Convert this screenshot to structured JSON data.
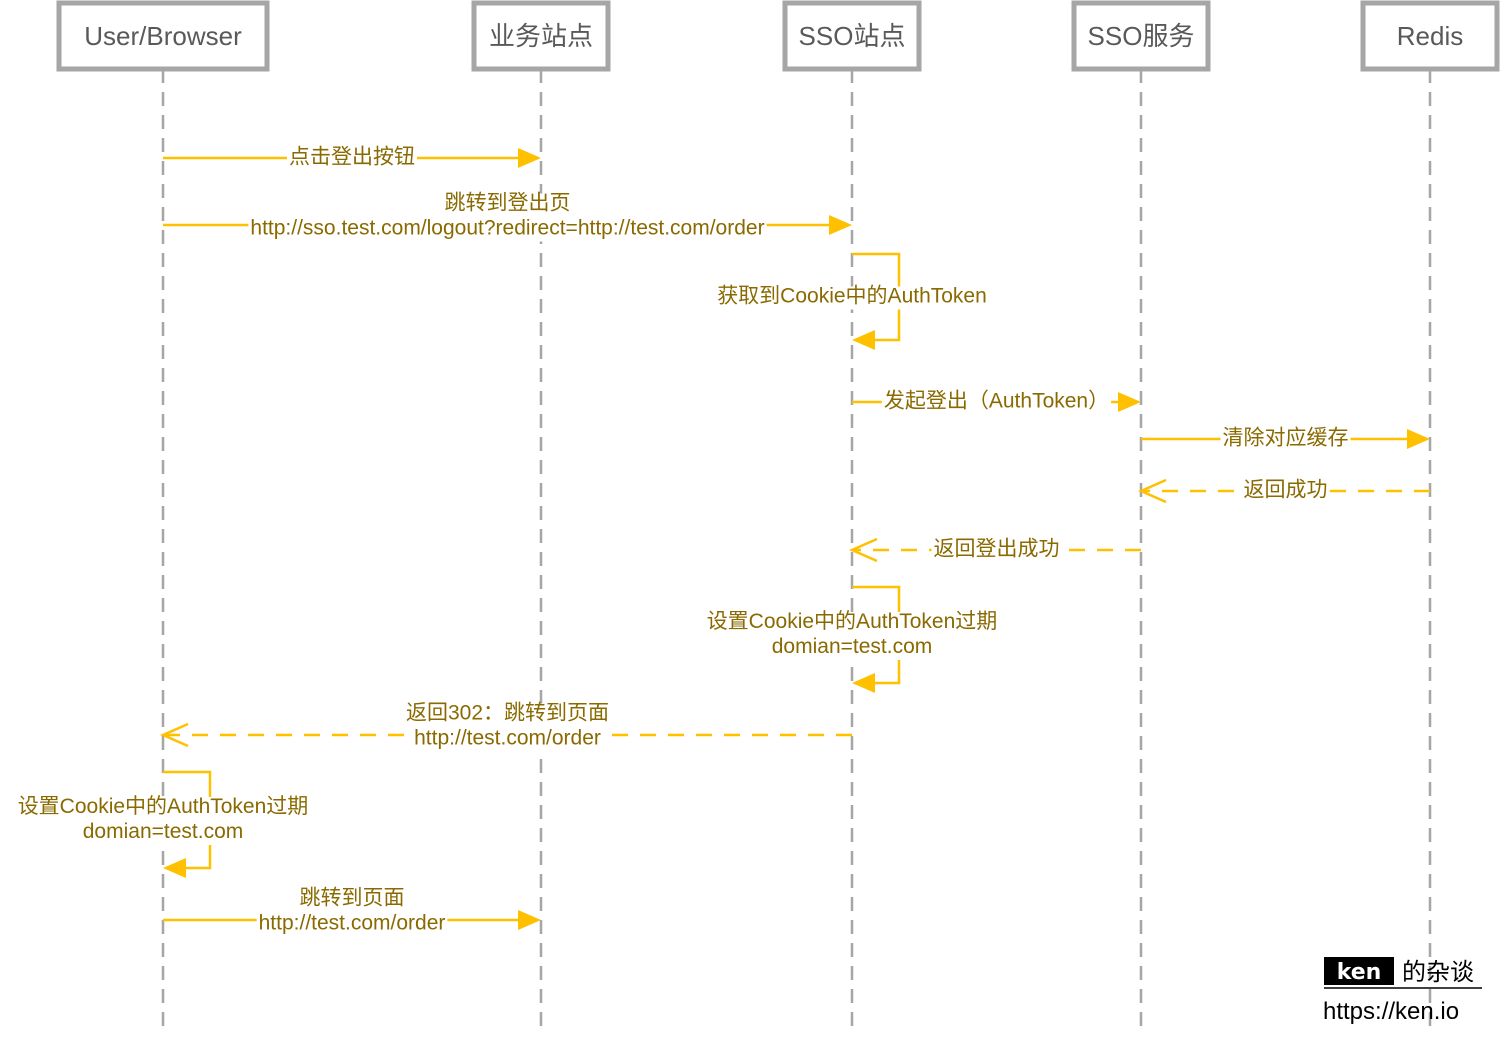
{
  "actors": [
    {
      "label": "User/Browser"
    },
    {
      "label": "业务站点"
    },
    {
      "label": "SSO站点"
    },
    {
      "label": "SSO服务"
    },
    {
      "label": "Redis"
    }
  ],
  "messages": [
    {
      "type": "call",
      "from": 0,
      "to": 1,
      "lines": [
        "点击登出按钮"
      ]
    },
    {
      "type": "call",
      "from": 0,
      "to": 2,
      "lines": [
        "跳转到登出页",
        "http://sso.test.com/logout?redirect=http://test.com/order"
      ]
    },
    {
      "type": "self",
      "at": 2,
      "lines": [
        "获取到Cookie中的AuthToken"
      ]
    },
    {
      "type": "call",
      "from": 2,
      "to": 3,
      "lines": [
        "发起登出（AuthToken）"
      ]
    },
    {
      "type": "call",
      "from": 3,
      "to": 4,
      "lines": [
        "清除对应缓存"
      ]
    },
    {
      "type": "return",
      "from": 4,
      "to": 3,
      "lines": [
        "返回成功"
      ]
    },
    {
      "type": "return",
      "from": 3,
      "to": 2,
      "lines": [
        "返回登出成功"
      ]
    },
    {
      "type": "self",
      "at": 2,
      "lines": [
        "设置Cookie中的AuthToken过期",
        "domian=test.com"
      ]
    },
    {
      "type": "return",
      "from": 2,
      "to": 0,
      "lines": [
        "返回302：跳转到页面",
        "http://test.com/order"
      ]
    },
    {
      "type": "self",
      "at": 0,
      "lines": [
        "设置Cookie中的AuthToken过期",
        "domian=test.com"
      ]
    },
    {
      "type": "call",
      "from": 0,
      "to": 1,
      "lines": [
        "跳转到页面",
        "http://test.com/order"
      ]
    }
  ],
  "brand": {
    "name": "ken",
    "blog": "的杂谈",
    "url": "https://ken.io"
  },
  "colors": {
    "message": "#ffc000",
    "label": "#8a6a00",
    "actor_border": "#a6a6a6",
    "actor_text": "#595959"
  }
}
